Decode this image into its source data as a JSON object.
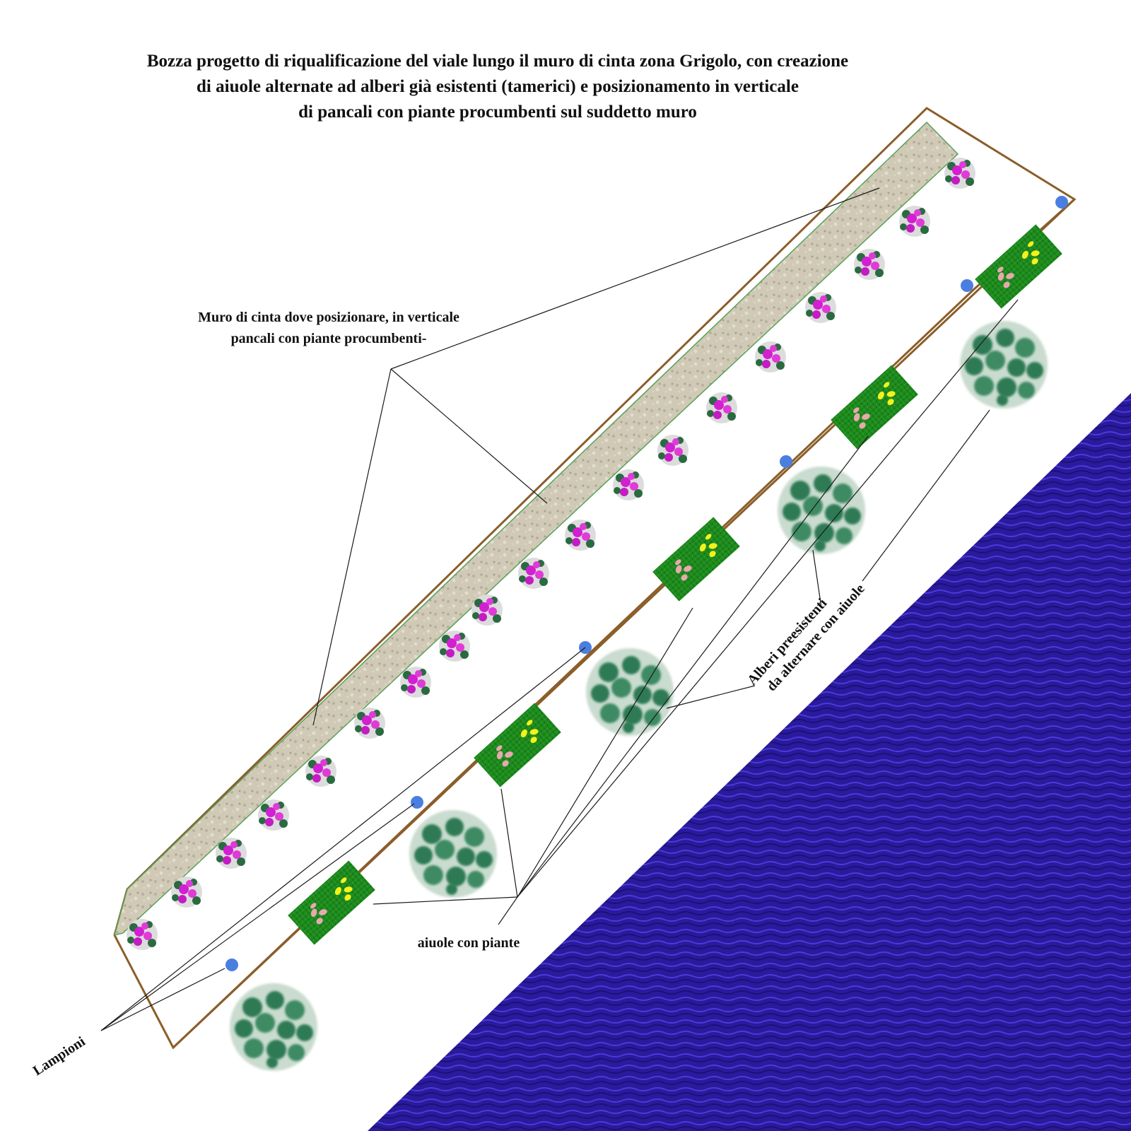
{
  "title": {
    "lines": [
      "Bozza progetto di riqualificazione del viale lungo il muro di cinta zona Grigolo, con creazione",
      "di aiuole alternate ad alberi già esistenti (tamerici) e posizionamento in verticale",
      "di pancali con piante procumbenti sul suddetto muro"
    ]
  },
  "labels": {
    "wall": [
      "Muro di cinta dove posizionare, in verticale",
      "pancali con piante procumbenti-"
    ],
    "trees": [
      "Alberi preesistenti",
      "da alternare con aiuole"
    ],
    "flowerbeds": "aiuole con piante",
    "lamps": "Lampioni"
  },
  "colors": {
    "sea": "#2a1a9c",
    "wall": "#cfc9b6",
    "border": "#8b5e2a",
    "flowerbed": "#1e8a1e",
    "tree": "#2f7a55",
    "flower": "#d21fd2",
    "lamp": "#4a7fe0",
    "yellow_plant": "#f4f21a",
    "pink_plant": "#e7a9ae"
  }
}
